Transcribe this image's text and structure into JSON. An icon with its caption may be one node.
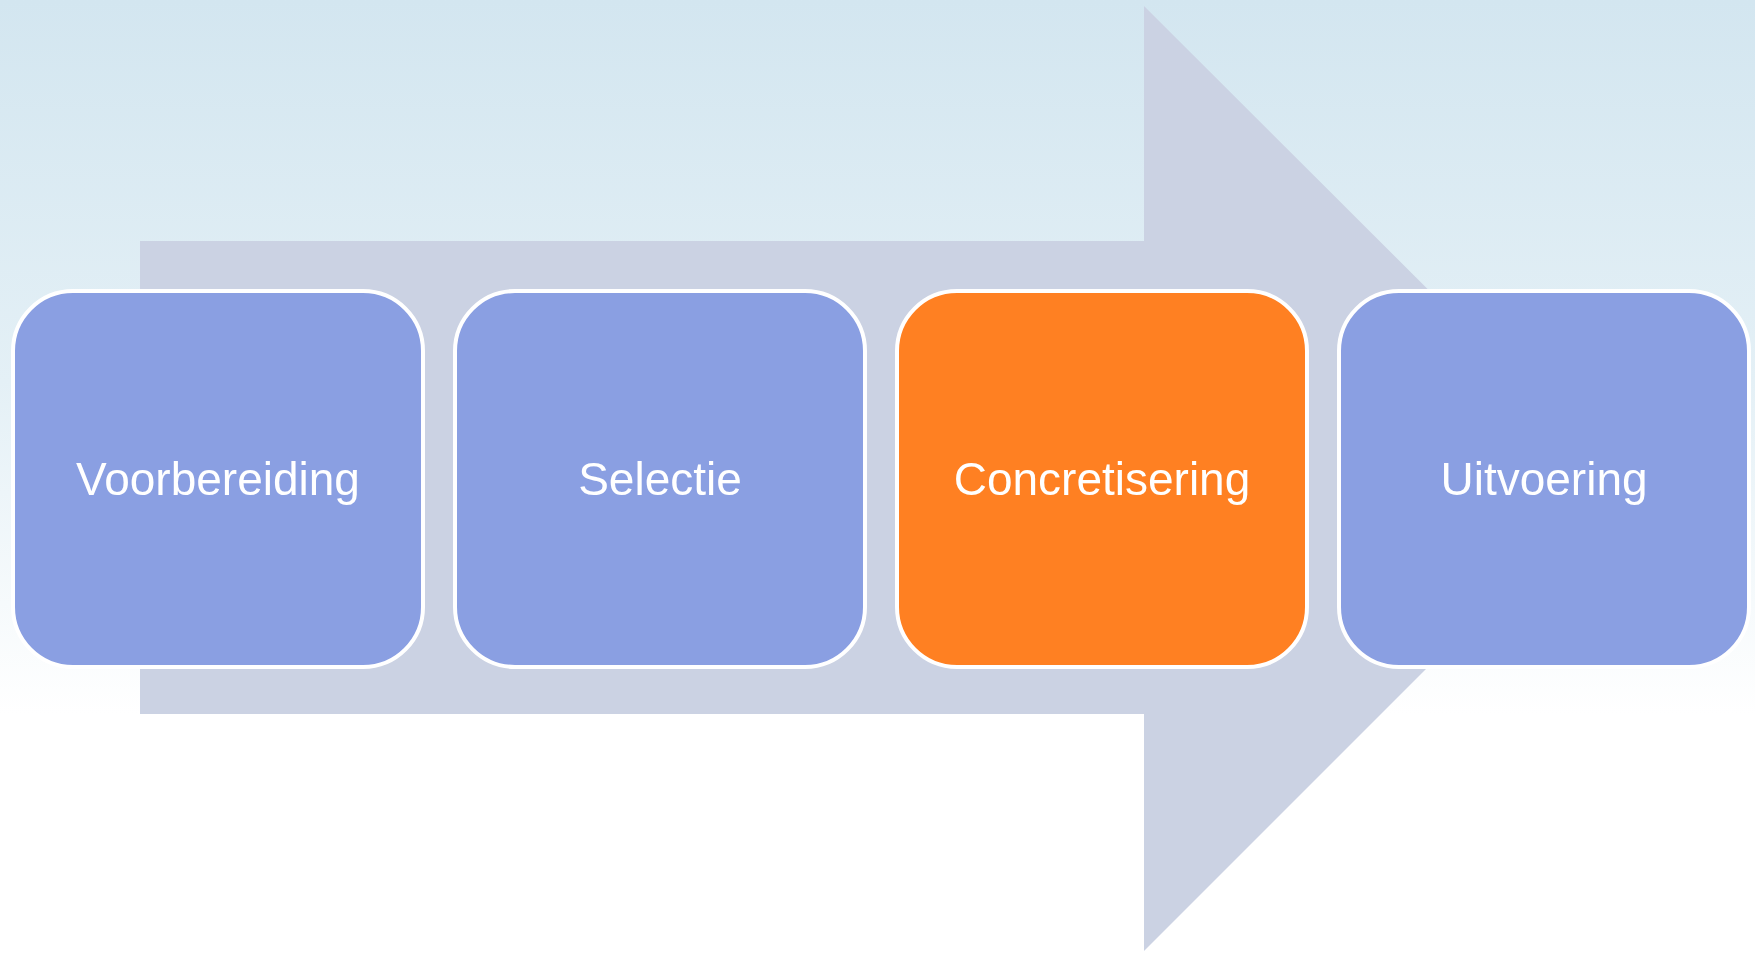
{
  "diagram": {
    "nodes": [
      {
        "text": [
          "Voorbereiding"
        ]
      },
      {
        "text": [
          "Selectie"
        ]
      },
      {
        "text": [
          "Concretisering"
        ]
      },
      {
        "text": [
          "Uitvoering"
        ]
      }
    ],
    "edges": [
      {
        "from": 0,
        "to": 3,
        "arrow": "to"
      }
    ]
  }
}
